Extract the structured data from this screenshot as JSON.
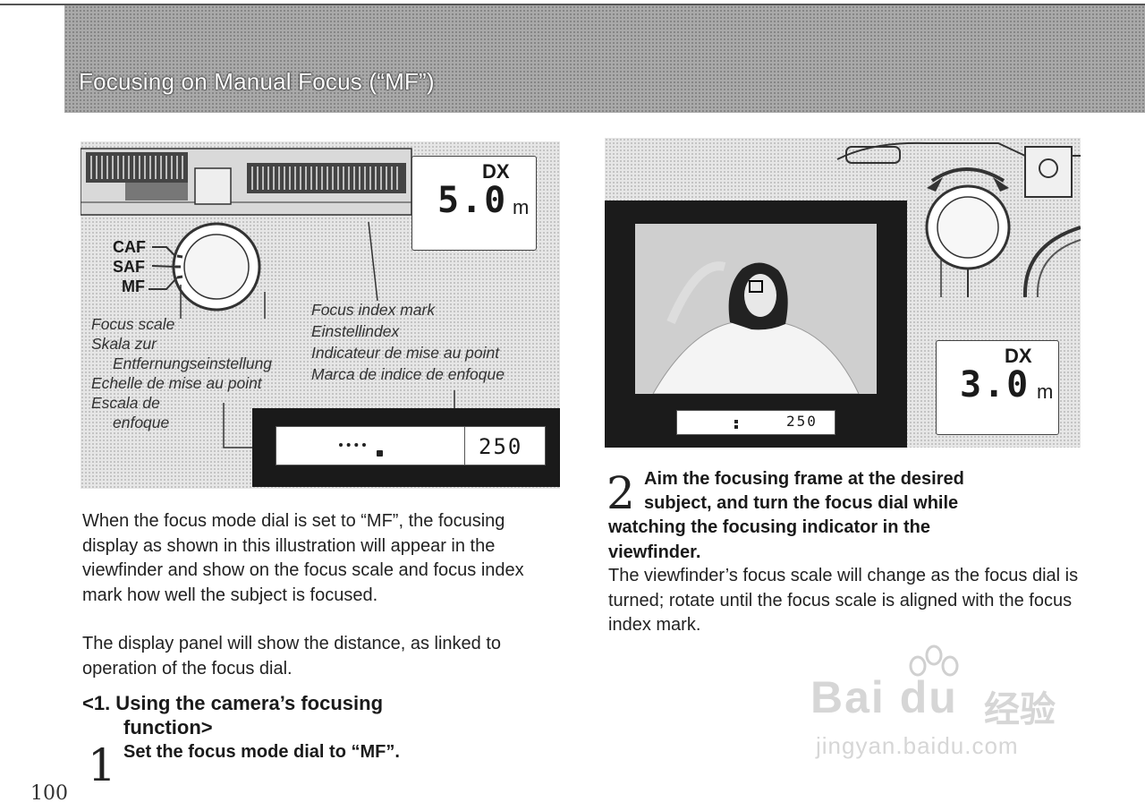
{
  "page": {
    "title": "Focusing on Manual Focus (“MF”)",
    "page_number": "100"
  },
  "figure1": {
    "lcd": {
      "dx": "DX",
      "value": "5.0",
      "unit": "m"
    },
    "dial_modes": [
      "CAF",
      "SAF",
      "MF"
    ],
    "focus_scale_labels": [
      "Focus scale",
      "Skala zur",
      "Entfernungseinstellung",
      "Echelle de mise au point",
      "Escala de",
      "enfoque"
    ],
    "focus_index_labels": [
      "Focus index mark",
      "Einstellindex",
      "Indicateur de mise au point",
      "Marca de indice de enfoque"
    ],
    "viewfinder_readout": "250"
  },
  "figure2": {
    "lcd": {
      "dx": "DX",
      "value": "3.0",
      "unit": "m"
    },
    "viewfinder_readout": "250"
  },
  "left_column": {
    "paragraph1": "When the focus mode dial is set to “MF”, the focusing display as shown in this illustration will appear in the viewfinder and show on the focus scale and focus index mark how well the subject is focused.",
    "paragraph2": "The display panel will show the distance, as linked to operation of the focus dial.",
    "subheading_line1": "<1. Using the camera’s focusing",
    "subheading_line2": "function>",
    "step_number": "1",
    "step_text": "Set the focus mode dial to “MF”."
  },
  "right_column": {
    "step_number": "2",
    "step_heading_line1": "Aim the focusing frame at the desired",
    "step_heading_line2": "subject, and turn the focus dial while",
    "step_heading_line3": "watching the focusing indicator in the",
    "step_heading_line4": "viewfinder.",
    "step_body": "The viewfinder’s focus scale will change as the focus dial is turned; rotate until the focus scale is aligned with the focus index mark."
  },
  "watermark": {
    "brand": "Bai du",
    "chinese": "经验",
    "url": "jingyan.baidu.com"
  }
}
